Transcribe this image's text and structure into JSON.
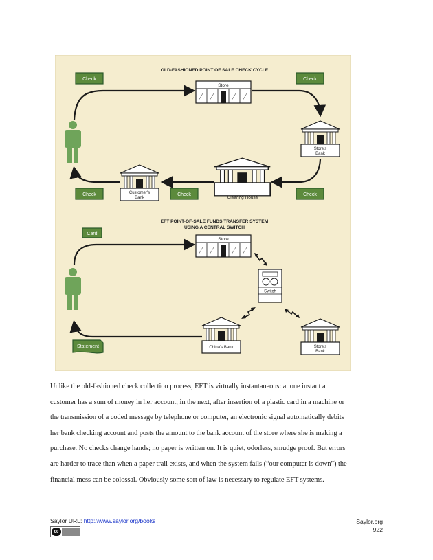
{
  "figure": {
    "colors": {
      "background": "#f5edcf",
      "green": "#6fa45a",
      "label_fill": "#5c8a3c",
      "label_border": "#2b5a2a",
      "stroke": "#1a1a1a"
    },
    "top_title": "OLD-FASHIONED POINT OF SALE CHECK CYCLE",
    "bottom_title_line1": "EFT POINT-OF-SALE FUNDS TRANSFER SYSTEM",
    "bottom_title_line2": "USING A CENTRAL SWITCH",
    "check_label": "Check",
    "store_label": "Store",
    "stores_bank_line1": "Store's",
    "stores_bank_line2": "Bank",
    "customers_bank_line1": "Customer's",
    "customers_bank_line2": "Bank",
    "clearing_house": "Clearing House",
    "card_label": "Card",
    "switch_label": "Switch",
    "chinas_bank": "China's Bank",
    "statement_label": "Statement"
  },
  "body_lines": [
    "Unlike the old-fashioned check collection process, EFT is virtually instantaneous: at one instant a",
    "customer has a sum of money in her account; in the next, after insertion of a plastic card in a machine or",
    "the transmission of a coded message by telephone or computer, an electronic signal automatically debits",
    "her bank checking account and posts the amount to the bank account of the store where she is making a",
    "purchase. No checks change hands; no paper is written on. It is quiet, odorless, smudge proof. But errors",
    "are harder to trace than when a paper trail exists, and when the system fails (“our computer is down”) the",
    "financial mess can be colossal. Obviously some sort of law is necessary to regulate EFT systems."
  ],
  "footer": {
    "url_prefix": "Saylor URL: ",
    "url_text": "http://www.saylor.org/books",
    "site": "Saylor.org",
    "page_number": "922",
    "cc_text": "cc"
  }
}
